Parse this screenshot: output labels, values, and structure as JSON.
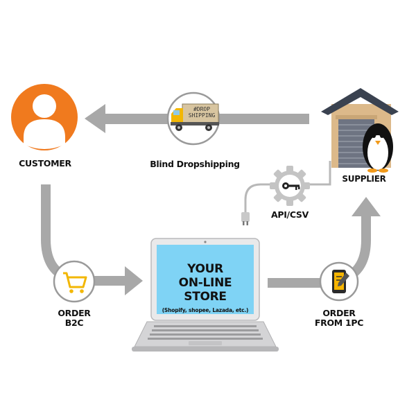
{
  "colors": {
    "arrow": "#a8a8a8",
    "customer_orange": "#f07a1e",
    "screen_blue": "#7fd3f5",
    "warehouse_tan": "#dcb98a",
    "roof_dark": "#3a4250",
    "icon_yellow": "#f7b500"
  },
  "icons": [
    "customer-icon",
    "truck-icon",
    "warehouse-icon",
    "penguin-icon",
    "gear-key-icon",
    "plug-icon",
    "cart-icon",
    "phone-order-icon",
    "laptop-icon"
  ],
  "labels": {
    "customer": "CUSTOMER",
    "blind_dropshipping": "Blind Dropshipping",
    "supplier": "SUPPLIER",
    "api_csv": "API/CSV",
    "order_b2c_line1": "ORDER",
    "order_b2c_line2": "B2C",
    "order_1pc_line1": "ORDER",
    "order_1pc_line2": "FROM 1PC"
  },
  "truck_sign": {
    "line1": "#DROP",
    "line2": "SHIPPING"
  },
  "store": {
    "line1": "YOUR",
    "line2": "ON-LINE STORE",
    "platforms": "(Shopify, shopee, Lazada, etc.)"
  }
}
